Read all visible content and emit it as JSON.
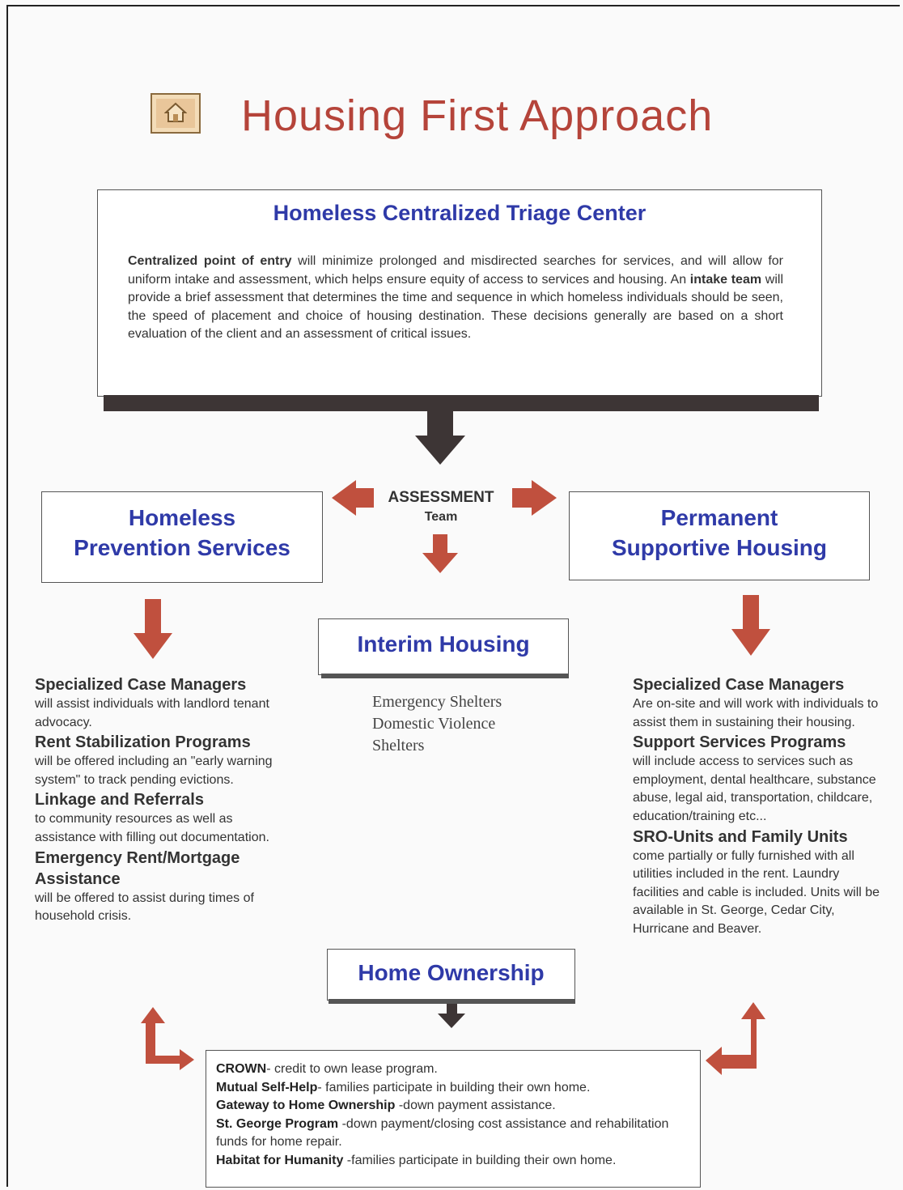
{
  "header": {
    "title": "Housing First Approach",
    "icon": "house-icon"
  },
  "triage": {
    "title": "Homeless Centralized Triage Center",
    "text_bold_1": "Centralized point of entry",
    "text_1": " will minimize prolonged and misdirected searches for services, and will allow for uniform intake and assessment, which helps ensure equity of access to services and housing.  An ",
    "text_bold_2": "intake team",
    "text_2": " will provide a brief assessment that determines the time and sequence in which homeless individuals should be seen, the speed of placement and choice of housing destination. These decisions generally are based on a short evaluation of the client and an assessment of critical issues."
  },
  "assessment": {
    "label": "ASSESSMENT",
    "sublabel": "Team"
  },
  "prevention": {
    "title_line1": "Homeless",
    "title_line2": "Prevention Services",
    "items": [
      {
        "heading": "Specialized Case Managers",
        "text": "will assist individuals with landlord tenant advocacy."
      },
      {
        "heading": "Rent Stabilization Programs",
        "text": "will be offered  including an \"early warning system\" to track pending evictions."
      },
      {
        "heading": "Linkage and Referrals",
        "text": "to community resources as well as assistance with filling out documentation."
      },
      {
        "heading": "Emergency Rent/Mortgage Assistance",
        "text": "will be offered to assist during times of  household crisis."
      }
    ]
  },
  "interim": {
    "title": "Interim Housing",
    "items": [
      "Emergency Shelters",
      "Domestic Violence",
      "Shelters"
    ]
  },
  "permanent": {
    "title_line1": "Permanent",
    "title_line2": "Supportive Housing",
    "items": [
      {
        "heading": "Specialized Case Managers",
        "text": "Are on-site and will work with individuals to assist them in sustaining their housing."
      },
      {
        "heading": "Support Services Programs",
        "text": "will include access to services such as employment, dental healthcare, substance abuse, legal aid, transportation, childcare, education/training etc..."
      },
      {
        "heading": "SRO-Units and Family Units",
        "text": "come partially or fully furnished with all utilities included in the rent. Laundry facilities and cable is included.  Units will be available in St. George, Cedar City, Hurricane and Beaver."
      }
    ]
  },
  "ownership": {
    "title": "Home Ownership",
    "programs": [
      {
        "name": "CROWN",
        "desc": "- credit to own lease program."
      },
      {
        "name": "Mutual Self-Help",
        "desc": "- families participate in building their own home."
      },
      {
        "name": "Gateway to Home Ownership",
        "desc": " -down payment assistance."
      },
      {
        "name": "St. George Program",
        "desc": " -down payment/closing cost assistance and rehabilitation funds for home repair."
      },
      {
        "name": "Habitat for Humanity",
        "desc": " -families participate in building their own home."
      }
    ]
  },
  "colors": {
    "title_red": "#b5443a",
    "heading_blue": "#2f3aa8",
    "arrow_red": "#c0503e",
    "arrow_dark": "#3d3535"
  }
}
